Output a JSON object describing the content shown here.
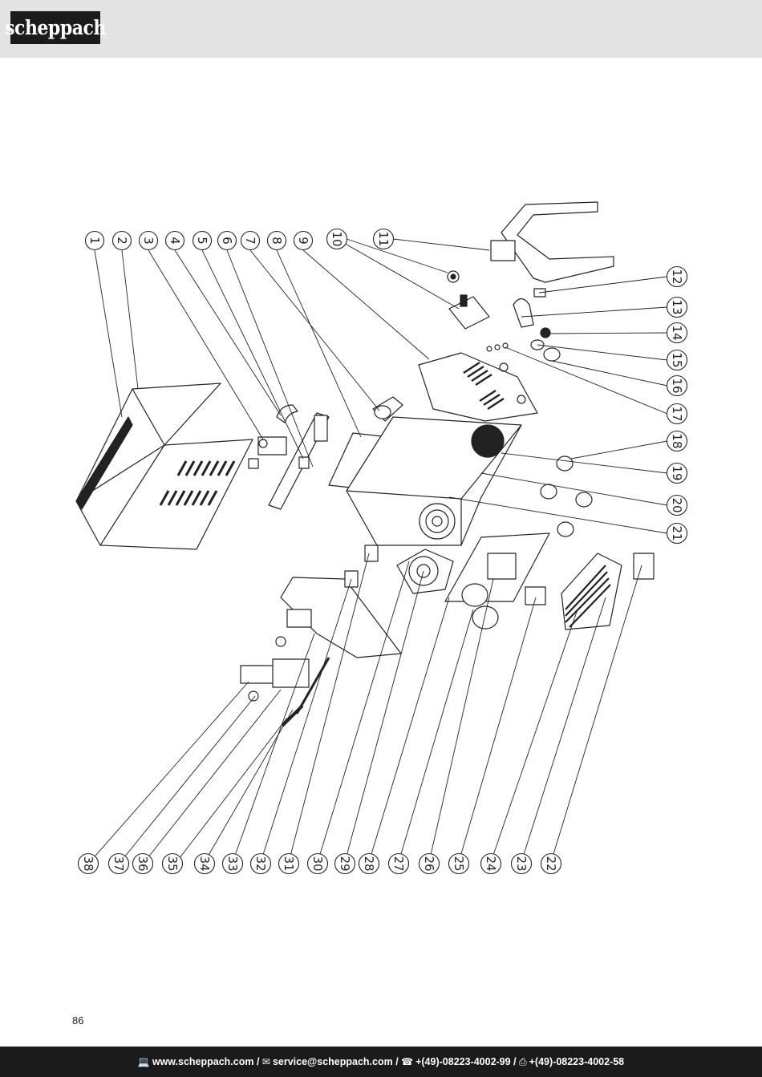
{
  "brand": {
    "logo_text": "scheppach"
  },
  "page_number": "86",
  "footer": {
    "web_icon": "computer-icon",
    "web": "www.scheppach.com",
    "mail_icon": "mail-icon",
    "mail": "service@scheppach.com",
    "phone_icon": "phone-icon",
    "phone": "+(49)-08223-4002-99",
    "fax_icon": "fax-icon",
    "fax": "+(49)-08223-4002-58",
    "separator": " / "
  },
  "diagram": {
    "callouts": [
      "1",
      "2",
      "3",
      "4",
      "5",
      "6",
      "7",
      "8",
      "9",
      "10",
      "11",
      "12",
      "13",
      "14",
      "15",
      "16",
      "17",
      "18",
      "19",
      "20",
      "21",
      "22",
      "23",
      "24",
      "25",
      "26",
      "27",
      "28",
      "29",
      "30",
      "31",
      "32",
      "33",
      "34",
      "35",
      "36",
      "37",
      "38"
    ]
  }
}
